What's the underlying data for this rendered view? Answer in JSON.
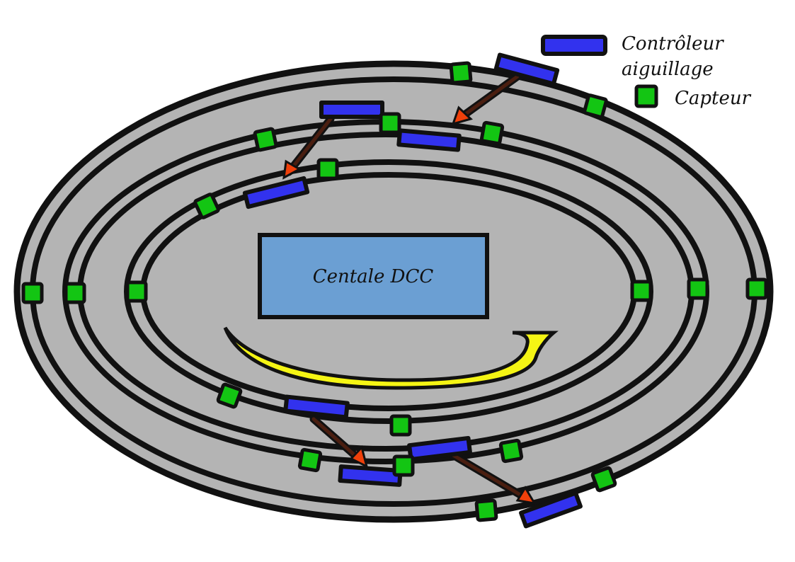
{
  "legend": {
    "controller_line1": "Contrôleur",
    "controller_line2": "aiguillage",
    "sensor": "Capteur"
  },
  "central": {
    "label": "Centale DCC"
  },
  "colors": {
    "track_fill": "#b4b4b4",
    "rail": "#111111",
    "controller": "#3232ee",
    "sensor": "#13c513",
    "central_fill": "#6b9fd3",
    "arrow_shaft": "#4a1e10",
    "arrow_head": "#f0400a",
    "direction_arrow": "#f5f514"
  },
  "icons": {
    "controller": "switch-controller-icon",
    "sensor": "sensor-icon",
    "direction": "curved-arrow-icon"
  }
}
